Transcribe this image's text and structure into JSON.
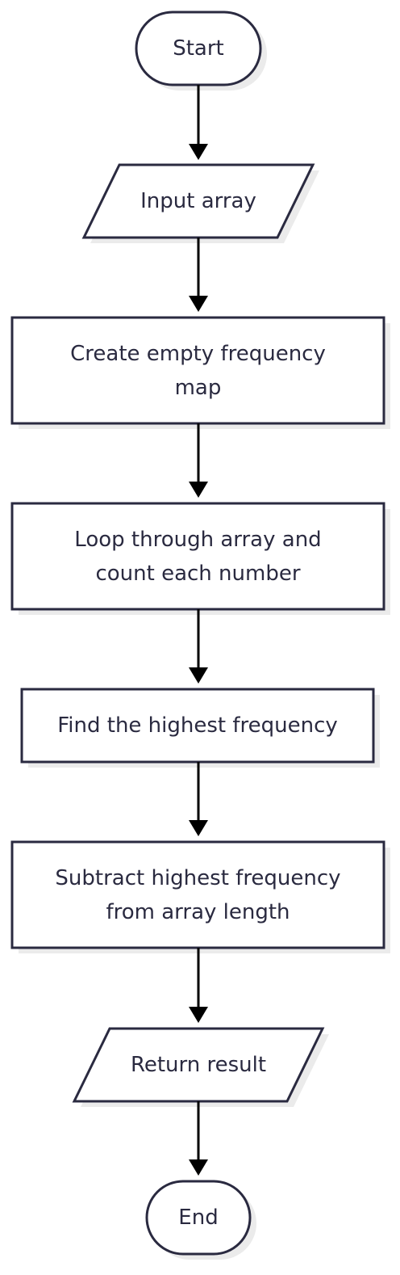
{
  "flowchart": {
    "nodes": {
      "start": "Start",
      "input": "Input array",
      "create_map": "Create empty frequency\nmap",
      "loop_count": "Loop through array and\ncount each number",
      "find_highest": "Find the highest frequency",
      "subtract": "Subtract highest frequency\nfrom array length",
      "return_result": "Return result",
      "end": "End"
    }
  },
  "colors": {
    "stroke": "#2a2a40",
    "shadow": "#ebebeb",
    "fill": "#ffffff",
    "arrow": "#000000"
  }
}
